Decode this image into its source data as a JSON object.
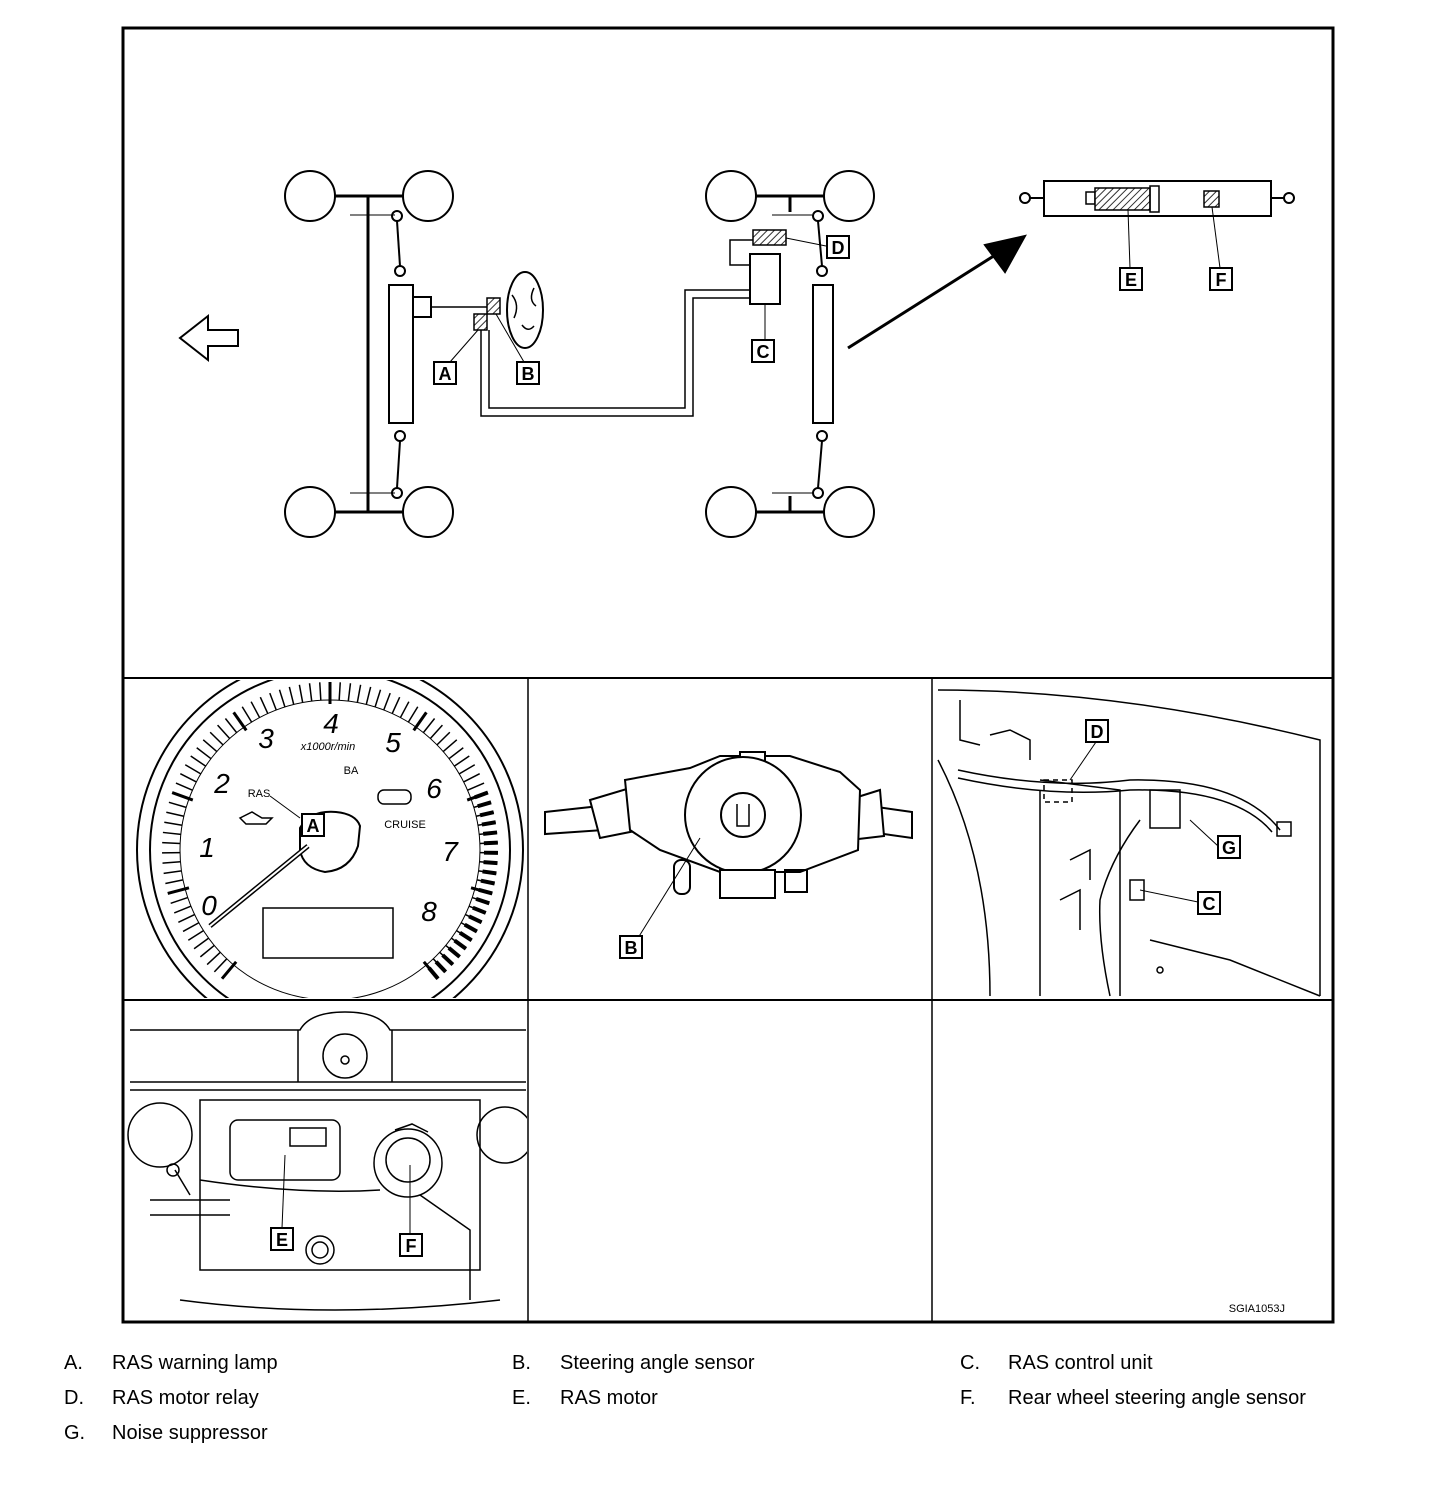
{
  "figure_code": "SGIA1053J",
  "callouts": {
    "a": "A",
    "b": "B",
    "c": "C",
    "d": "D",
    "e": "E",
    "f": "F",
    "g": "G"
  },
  "gauge": {
    "numbers": [
      "0",
      "1",
      "2",
      "3",
      "4",
      "5",
      "6",
      "7",
      "8"
    ],
    "unit": "x1000r/min",
    "ras_label": "RAS",
    "ba_label": "BA",
    "cruise_label": "CRUISE"
  },
  "legend": [
    {
      "key": "A.",
      "text": "RAS warning lamp"
    },
    {
      "key": "B.",
      "text": "Steering angle sensor"
    },
    {
      "key": "C.",
      "text": "RAS control unit"
    },
    {
      "key": "D.",
      "text": "RAS motor relay"
    },
    {
      "key": "E.",
      "text": "RAS motor"
    },
    {
      "key": "F.",
      "text": "Rear wheel steering angle sensor"
    },
    {
      "key": "G.",
      "text": "Noise suppressor"
    }
  ]
}
